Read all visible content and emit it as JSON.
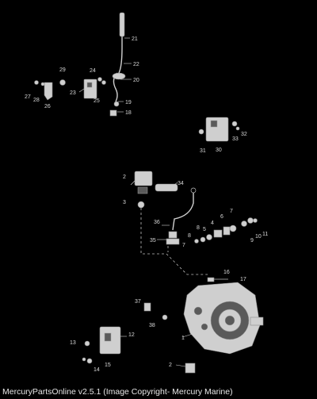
{
  "callouts": [
    "21",
    "22",
    "20",
    "19",
    "18",
    "24",
    "23",
    "25",
    "29",
    "27",
    "28",
    "26",
    "30",
    "31",
    "32",
    "33",
    "2",
    "34",
    "3",
    "36",
    "35",
    "4",
    "5",
    "6",
    "7",
    "8",
    "9",
    "10",
    "11",
    "16",
    "17",
    "37",
    "38",
    "12",
    "13",
    "14",
    "15",
    "1"
  ],
  "caption": "MercuryPartsOnline v2.5.1 (Image Copyright- Mercury Marine)"
}
